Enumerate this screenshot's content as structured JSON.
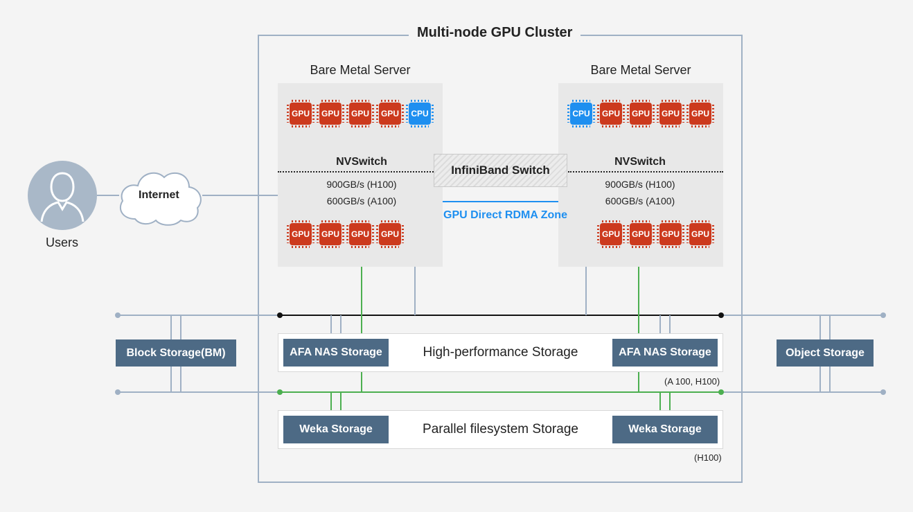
{
  "cluster": {
    "title": "Multi-node GPU Cluster"
  },
  "users": {
    "label": "Users",
    "icon": "user-icon"
  },
  "internet": {
    "label": "Internet",
    "icon": "cloud-icon"
  },
  "servers": [
    {
      "title": "Bare Metal Server",
      "nvswitch": "NVSwitch",
      "speed_h100": "900GB/s (H100)",
      "speed_a100": "600GB/s (A100)"
    },
    {
      "title": "Bare Metal Server",
      "nvswitch": "NVSwitch",
      "speed_h100": "900GB/s (H100)",
      "speed_a100": "600GB/s (A100)"
    }
  ],
  "chips": {
    "gpu": "GPU",
    "cpu": "CPU"
  },
  "infiniband": {
    "label": "InfiniBand Switch"
  },
  "rdma": {
    "label": "GPU Direct RDMA Zone"
  },
  "hp_storage": {
    "title": "High-performance Storage",
    "left": "AFA NAS Storage",
    "right": "AFA NAS Storage",
    "note": "(A 100, H100)"
  },
  "pfs_storage": {
    "title": "Parallel filesystem Storage",
    "left": "Weka Storage",
    "right": "Weka Storage",
    "note": "(H100)"
  },
  "block_storage": {
    "label": "Block Storage(BM)"
  },
  "object_storage": {
    "label": "Object Storage"
  },
  "colors": {
    "gpu": "#cc3a1e",
    "cpu": "#1e8ff0",
    "storage_box": "#4d6a85",
    "line_blue": "#9fb0c4",
    "line_green": "#4caf50"
  }
}
